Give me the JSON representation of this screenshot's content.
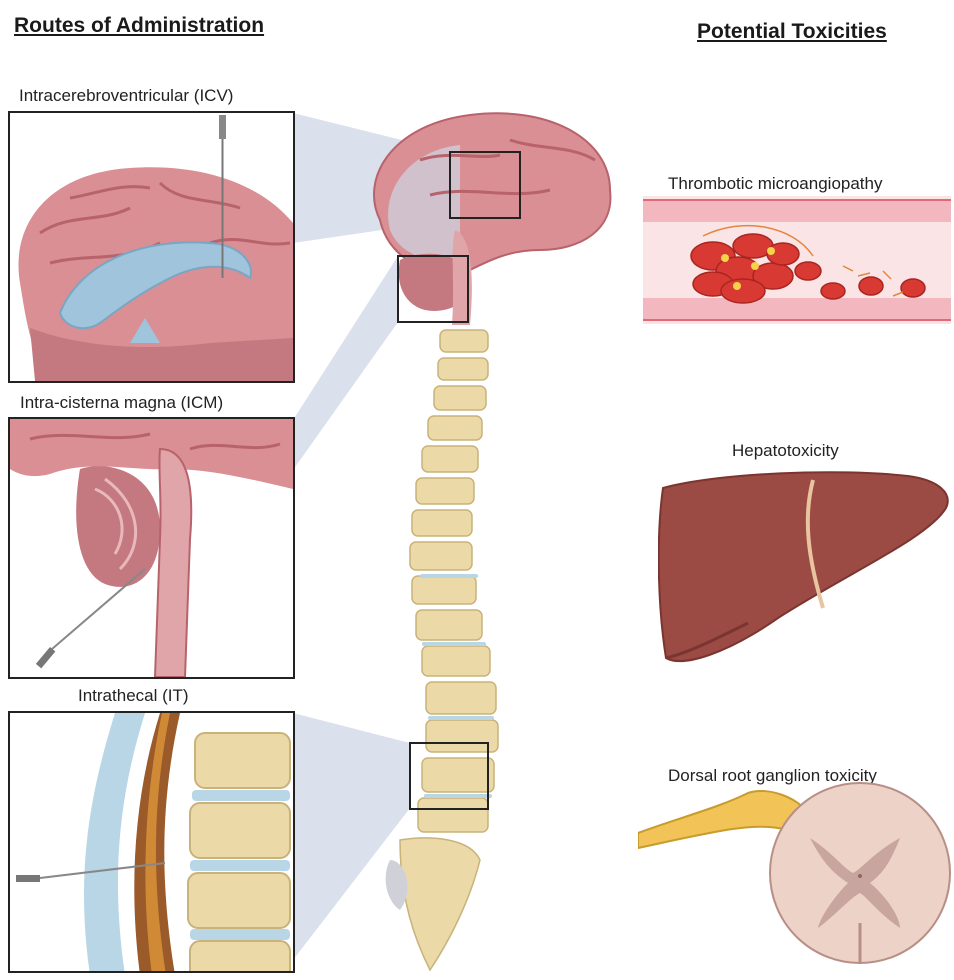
{
  "headings": {
    "routes": "Routes of Administration",
    "toxicities": "Potential Toxicities"
  },
  "routes": [
    {
      "label": "Intracerebroventricular (ICV)"
    },
    {
      "label": "Intra-cisterna magna (ICM)"
    },
    {
      "label": "Intrathecal (IT)"
    }
  ],
  "toxicities": [
    {
      "label": "Thrombotic microangiopathy"
    },
    {
      "label": "Hepatotoxicity"
    },
    {
      "label": "Dorsal root ganglion toxicity"
    }
  ],
  "colors": {
    "brain": "#d98f94",
    "brain_dark": "#b8636c",
    "ventricle": "#9fc4dc",
    "bone": "#ecd9a8",
    "disc": "#b9d6e6",
    "liver": "#9b4a44",
    "blood_cell": "#d83a33",
    "nerve": "#f2c356",
    "spinal_cord": "#edd2c8",
    "projection": "#cdd6e6"
  }
}
